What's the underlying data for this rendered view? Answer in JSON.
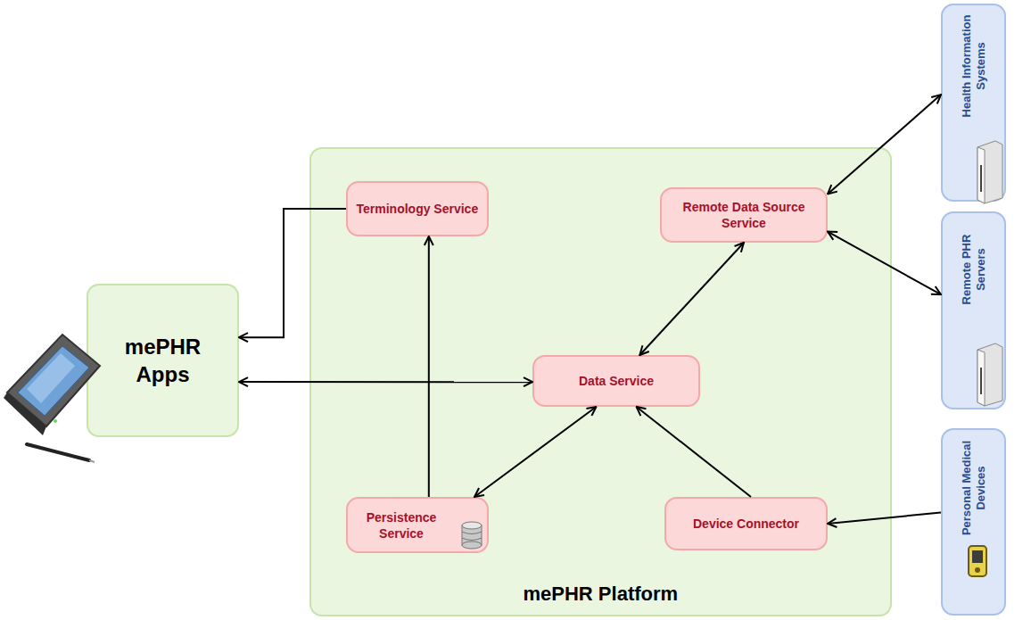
{
  "diagram": {
    "nodes": [
      {
        "text": [
          "mePHR Apps"
        ]
      },
      {
        "text": [
          "mePHR Platform"
        ]
      },
      {
        "text": [
          "Terminology Service"
        ],
        "in": 1
      },
      {
        "text": [
          "Remote Data Source Service"
        ],
        "in": 1
      },
      {
        "text": [
          "Data Service"
        ],
        "in": 1
      },
      {
        "text": [
          "Persistence Service"
        ],
        "in": 1
      },
      {
        "text": [
          "Device Connector"
        ],
        "in": 1
      },
      {
        "text": [
          "Health Information Systems"
        ]
      },
      {
        "text": [
          "Remote PHR Servers"
        ]
      },
      {
        "text": [
          "Personal Medical Devices"
        ]
      }
    ],
    "edges": [
      {
        "from": 2,
        "to": 0,
        "arrow": "to"
      },
      {
        "from": 0,
        "to": 4,
        "arrow": "both"
      },
      {
        "from": 4,
        "to": 3,
        "arrow": "both"
      },
      {
        "from": 4,
        "to": 5,
        "arrow": "both"
      },
      {
        "from": 5,
        "to": 2,
        "arrow": "to"
      },
      {
        "from": 6,
        "to": 4,
        "arrow": "to"
      },
      {
        "from": 7,
        "to": 3,
        "arrow": "both"
      },
      {
        "from": 8,
        "to": 3,
        "arrow": "both"
      },
      {
        "from": 9,
        "to": 6,
        "arrow": "to"
      }
    ]
  }
}
